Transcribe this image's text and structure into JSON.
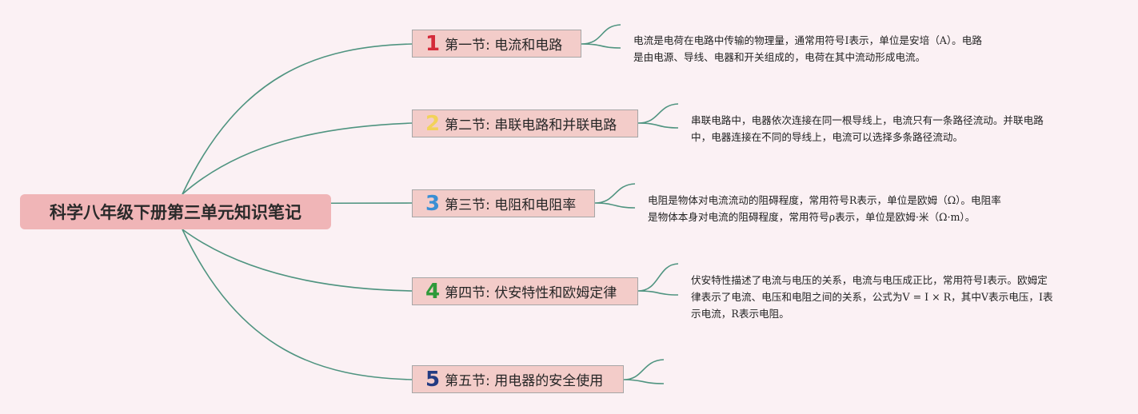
{
  "root": {
    "title": "科学八年级下册第三单元知识笔记"
  },
  "branches": [
    {
      "number": "1",
      "color": "#d42a3a",
      "label": "第一节: 电流和电路",
      "lines": [
        "电流是电荷在电路中传输的物理量，通常用符号I表示，单位是安培（A）。电路",
        "是由电源、导线、电器和开关组成的，电荷在其中流动形成电流。"
      ]
    },
    {
      "number": "2",
      "color": "#f2d25a",
      "label": "第二节: 串联电路和并联电路",
      "lines": [
        "串联电路中，电器依次连接在同一根导线上，电流只有一条路径流动。并联电路",
        "中，电器连接在不同的导线上，电流可以选择多条路径流动。"
      ]
    },
    {
      "number": "3",
      "color": "#3a8fd4",
      "label": "第三节: 电阻和电阻率",
      "lines": [
        "电阻是物体对电流流动的阻碍程度，常用符号R表示，单位是欧姆（Ω）。电阻率",
        "是物体本身对电流的阻碍程度，常用符号ρ表示，单位是欧姆·米（Ω·m）。"
      ]
    },
    {
      "number": "4",
      "color": "#2e9a3a",
      "label": "第四节: 伏安特性和欧姆定律",
      "lines": [
        "伏安特性描述了电流与电压的关系，电流与电压成正比，常用符号I表示。欧姆定",
        "律表示了电流、电压和电阻之间的关系，公式为V = I × R，其中V表示电压，I表",
        "示电流，R表示电阻。"
      ]
    },
    {
      "number": "5",
      "color": "#233b82",
      "label": "第五节: 用电器的安全使用",
      "lines": []
    }
  ],
  "colors": {
    "connector": "#4f9480",
    "branch_fill": "#f3ccc9",
    "root_fill": "#f0b5b7",
    "background": "#fbf1f4"
  }
}
